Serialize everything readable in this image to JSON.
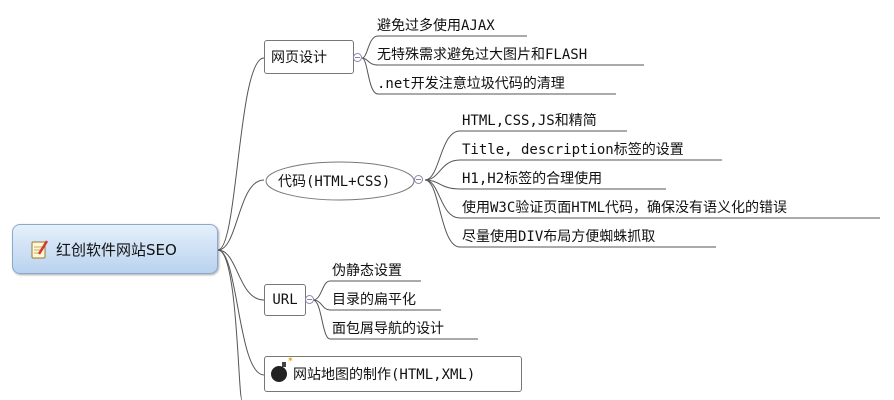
{
  "root": {
    "label": "红创软件网站SEO",
    "icon": "notepad-pencil-icon"
  },
  "branches": [
    {
      "label": "网页设计",
      "children": [
        "避免过多使用AJAX",
        "无特殊需求避免过大图片和FLASH",
        ".net开发注意垃圾代码的清理"
      ]
    },
    {
      "label": "代码(HTML+CSS)",
      "children": [
        "HTML,CSS,JS和精简",
        "Title, description标签的设置",
        "H1,H2标签的合理使用",
        "使用W3C验证页面HTML代码，确保没有语义化的错误",
        "尽量使用DIV布局方便蜘蛛抓取"
      ]
    },
    {
      "label": "URL",
      "children": [
        "伪静态设置",
        "目录的扁平化",
        "面包屑导航的设计"
      ]
    },
    {
      "label": "网站地图的制作(HTML,XML)",
      "icon": "bomb-icon",
      "children": []
    }
  ]
}
